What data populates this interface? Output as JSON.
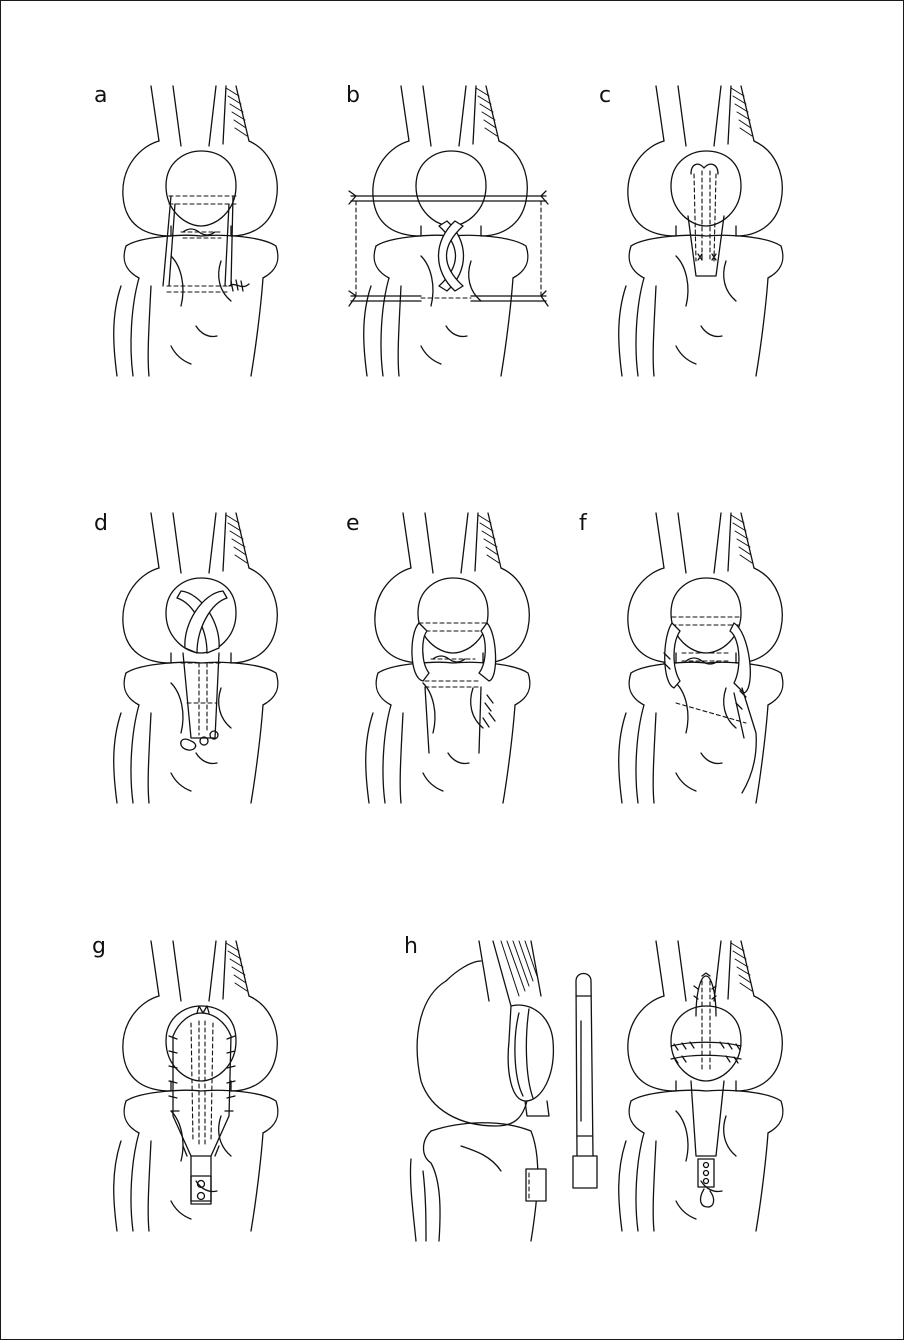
{
  "panels": {
    "a": "a",
    "b": "b",
    "c": "c",
    "d": "d",
    "e": "e",
    "f": "f",
    "g": "g",
    "h": "h"
  }
}
